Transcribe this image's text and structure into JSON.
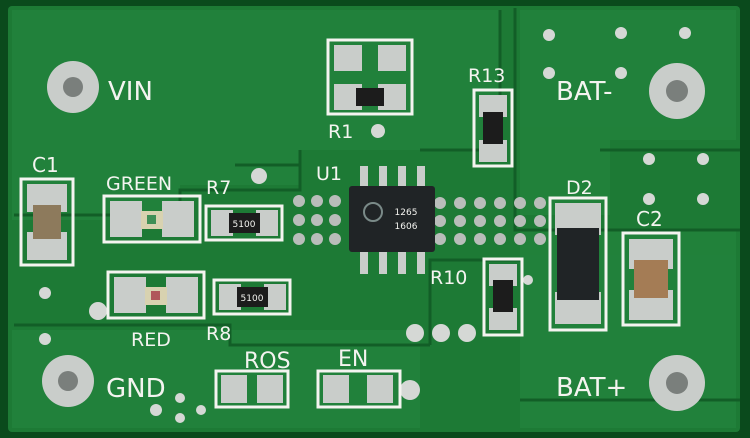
{
  "board": {
    "colors": {
      "board_edge": "#0a4a1c",
      "solder_mask": "#1d7a35",
      "trace": "#22873d",
      "silkscreen": "#f4f4f0",
      "pad": "#c9cdca",
      "via_ring": "#d5d8d5",
      "chip_body": "#202426",
      "resistor_body": "#1c1c1c"
    },
    "labels": {
      "vin": "VIN",
      "gnd": "GND",
      "bat_minus": "BAT-",
      "bat_plus": "BAT+",
      "c1": "C1",
      "c2": "C2",
      "green": "GREEN",
      "red": "RED",
      "r1": "R1",
      "r7": "R7",
      "r8": "R8",
      "r10": "R10",
      "r13": "R13",
      "u1": "U1",
      "d2": "D2",
      "ros": "ROS",
      "en": "EN"
    },
    "chip_marking": {
      "line1": "1265",
      "line2": "1606"
    },
    "resistor_markings": {
      "r7": "5100",
      "r8": "5100"
    }
  }
}
